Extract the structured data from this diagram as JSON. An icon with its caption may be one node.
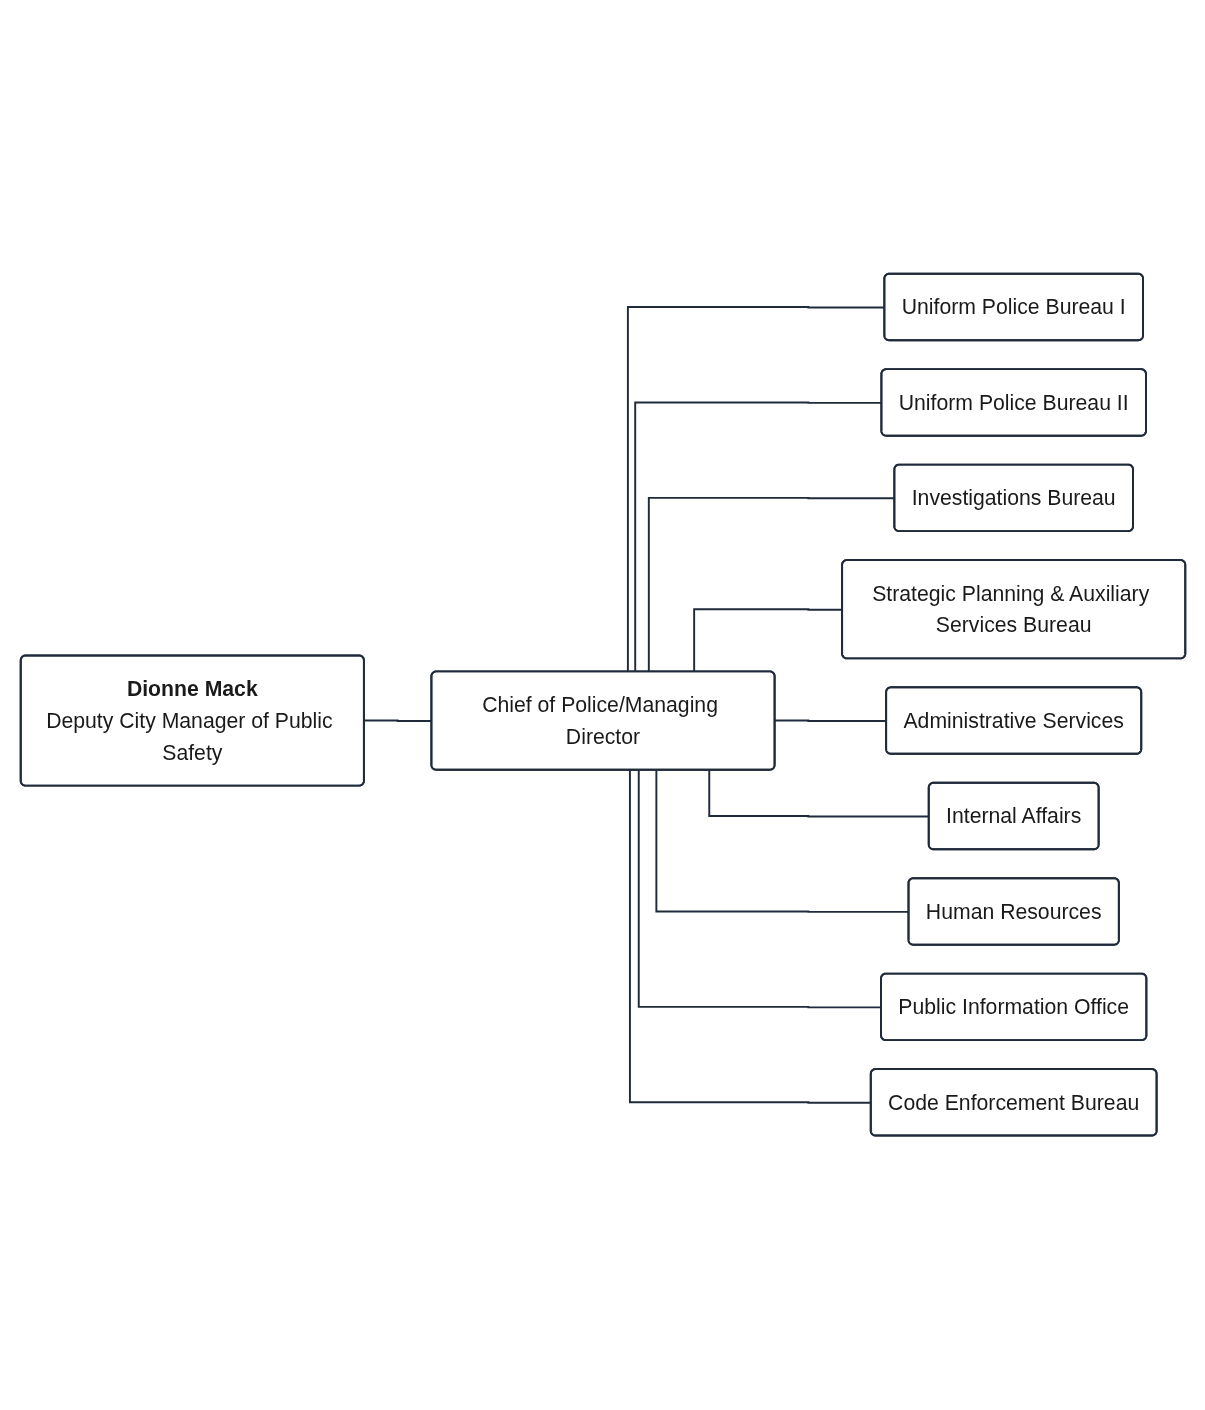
{
  "diagram": {
    "nodes": [
      {
        "text": [
          "Dionne Mack",
          "Deputy City Manager of Public Safety"
        ]
      },
      {
        "text": [
          "Chief of Police/Managing Director"
        ]
      },
      {
        "text": [
          "Uniform Police Bureau I"
        ]
      },
      {
        "text": [
          "Uniform Police Bureau II"
        ]
      },
      {
        "text": [
          "Investigations Bureau"
        ]
      },
      {
        "text": [
          "Strategic Planning & Auxiliary Services Bureau"
        ]
      },
      {
        "text": [
          "Administrative Services"
        ]
      },
      {
        "text": [
          "Internal Affairs"
        ]
      },
      {
        "text": [
          "Human Resources"
        ]
      },
      {
        "text": [
          "Public Information Office"
        ]
      },
      {
        "text": [
          "Code Enforcement Bureau"
        ]
      }
    ],
    "edges": [
      {
        "from": 0,
        "to": 1,
        "arrow": "none"
      },
      {
        "from": 1,
        "to": 2,
        "arrow": "none"
      },
      {
        "from": 1,
        "to": 3,
        "arrow": "none"
      },
      {
        "from": 1,
        "to": 4,
        "arrow": "none"
      },
      {
        "from": 1,
        "to": 5,
        "arrow": "none"
      },
      {
        "from": 1,
        "to": 6,
        "arrow": "none"
      },
      {
        "from": 1,
        "to": 7,
        "arrow": "none"
      },
      {
        "from": 1,
        "to": 8,
        "arrow": "none"
      },
      {
        "from": 1,
        "to": 9,
        "arrow": "none"
      },
      {
        "from": 1,
        "to": 10,
        "arrow": "none"
      }
    ]
  }
}
